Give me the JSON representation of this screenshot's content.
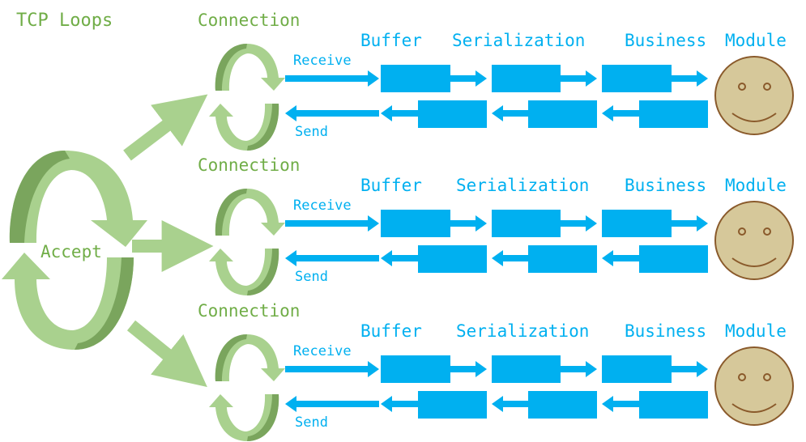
{
  "title": "TCP Loops",
  "accept_label": "Accept",
  "rows": [
    {
      "connection_label": "Connection",
      "receive_label": "Receive",
      "send_label": "Send",
      "stages": [
        "Buffer",
        "Serialization",
        "Business",
        "Module"
      ]
    },
    {
      "connection_label": "Connection",
      "receive_label": "Receive",
      "send_label": "Send",
      "stages": [
        "Buffer",
        "Serialization",
        "Business",
        "Module"
      ]
    },
    {
      "connection_label": "Connection",
      "receive_label": "Receive",
      "send_label": "Send",
      "stages": [
        "Buffer",
        "Serialization",
        "Business",
        "Module"
      ]
    }
  ],
  "colors": {
    "green_light": "#a9d18e",
    "green_dark": "#7aa55d",
    "green_text": "#70ad47",
    "blue": "#00b0f0",
    "face_fill": "#d6c89a",
    "face_stroke": "#8a5a2b"
  }
}
